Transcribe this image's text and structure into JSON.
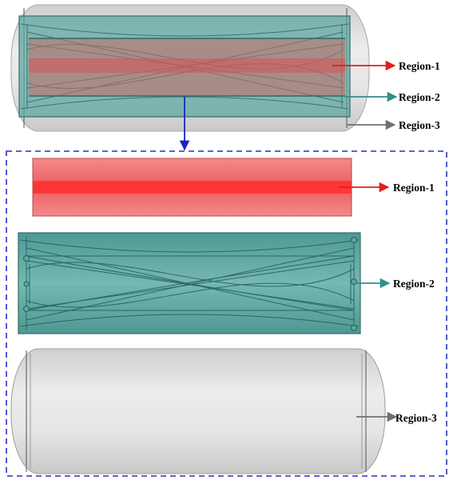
{
  "diagram": {
    "labels": {
      "region_1": "Region-1",
      "region_2": "Region-2",
      "region_3": "Region-3"
    },
    "colors": {
      "region_1_fill": "#f0696b",
      "region_1_core": "#ff2a2a",
      "region_2_fill": "#5fa5a0",
      "region_2_stroke": "#2f6f6b",
      "region_3_fill": "#e1e1e1",
      "region_3_stroke": "#9c9c9c",
      "arrow_red": "#e0201e",
      "arrow_teal": "#2f8f89",
      "arrow_gray": "#707070",
      "connector_blue": "#1a23c4",
      "frame_blue": "#2630c9"
    }
  }
}
